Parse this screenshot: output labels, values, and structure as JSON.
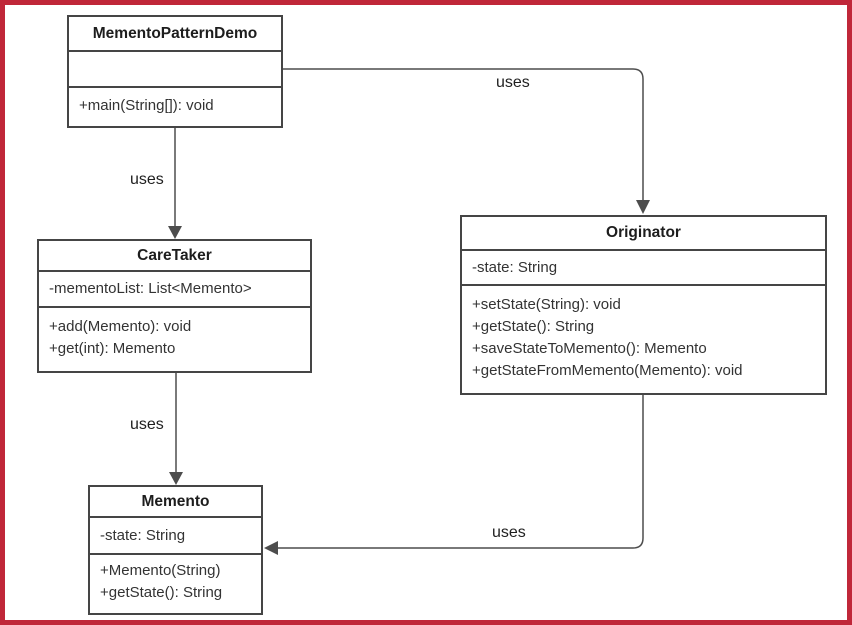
{
  "colors": {
    "page_border": "#C02739",
    "box_border": "#454545",
    "edge_line": "#4D4D4D",
    "text": "#333333",
    "background": "#FFFFFF"
  },
  "classes": {
    "memento_pattern_demo": {
      "name": "MementoPatternDemo",
      "attributes": [],
      "methods": [
        "+main(String[]): void"
      ]
    },
    "care_taker": {
      "name": "CareTaker",
      "attributes": [
        "-mementoList: List<Memento>"
      ],
      "methods": [
        "+add(Memento): void",
        "+get(int): Memento"
      ]
    },
    "originator": {
      "name": "Originator",
      "attributes": [
        "-state: String"
      ],
      "methods": [
        "+setState(String): void",
        "+getState(): String",
        "+saveStateToMemento(): Memento",
        "+getStateFromMemento(Memento): void"
      ]
    },
    "memento": {
      "name": "Memento",
      "attributes": [
        "-state: String"
      ],
      "methods": [
        "+Memento(String)",
        "+getState(): String"
      ]
    }
  },
  "edges": [
    {
      "id": "demo-to-originator",
      "label": "uses"
    },
    {
      "id": "demo-to-caretaker",
      "label": "uses"
    },
    {
      "id": "caretaker-to-memento",
      "label": "uses"
    },
    {
      "id": "originator-to-memento",
      "label": "uses"
    }
  ]
}
